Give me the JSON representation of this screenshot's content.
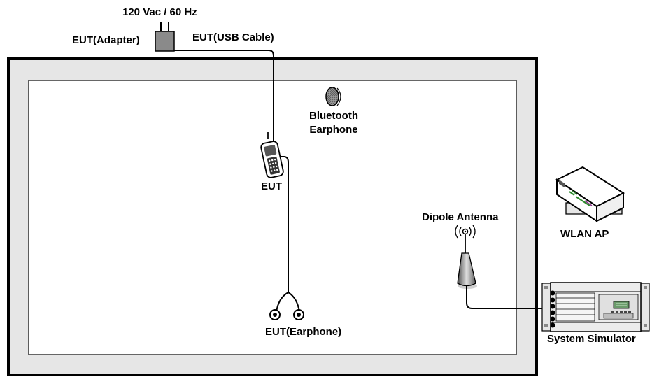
{
  "labels": {
    "power": "120 Vac / 60 Hz",
    "adapter": "EUT(Adapter)",
    "usb_cable": "EUT(USB Cable)",
    "bt_line1": "Bluetooth",
    "bt_line2": "Earphone",
    "eut": "EUT",
    "earphone": "EUT(Earphone)",
    "dipole": "Dipole Antenna",
    "wlan_ap": "WLAN AP",
    "simulator": "System Simulator"
  },
  "colors": {
    "chamber_fill": "#e6e6e6",
    "outline": "#000000",
    "device_gray": "#8a8a8a",
    "led_green": "#2e8b2e"
  }
}
